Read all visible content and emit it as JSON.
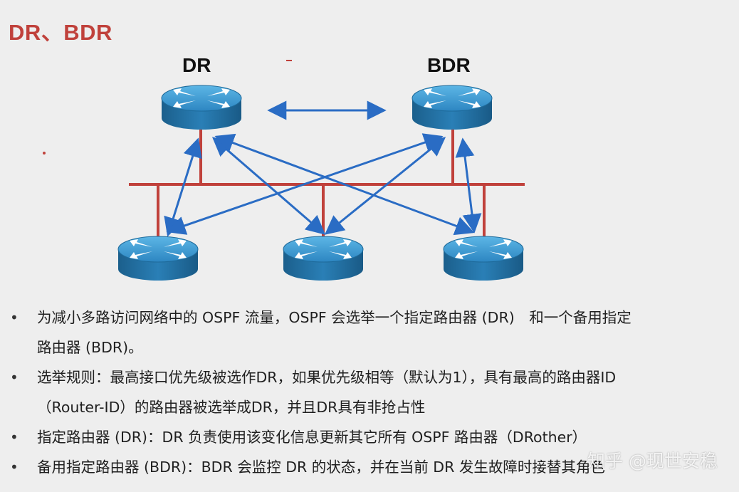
{
  "title": "DR、BDR",
  "diagram": {
    "dr_label": "DR",
    "bdr_label": "BDR"
  },
  "bullets": [
    {
      "line1": "为减小多路访问网络中的 OSPF 流量，OSPF 会选举一个指定路由器 (DR)　和一个备用指定",
      "line2": "路由器 (BDR)。"
    },
    {
      "line1": "选举规则：最高接口优先级被选作DR，如果优先级相等（默认为1），具有最高的路由器ID",
      "line2": "（Router-ID）的路由器被选举成DR，并且DR具有非抢占性"
    },
    {
      "line1": "指定路由器 (DR)：DR 负责使用该变化信息更新其它所有 OSPF 路由器（DRother）",
      "line2": ""
    },
    {
      "line1": "备用指定路由器 (BDR)：BDR 会监控 DR 的状态，并在当前 DR 发生故障时接替其角色",
      "line2": ""
    }
  ],
  "watermark": "知乎 @现世安稳",
  "colors": {
    "title": "#c0413b",
    "bus": "#c0413b",
    "arrow": "#2a6cc4",
    "router_top": "#3d9bd1",
    "router_side": "#1f6d9e"
  }
}
